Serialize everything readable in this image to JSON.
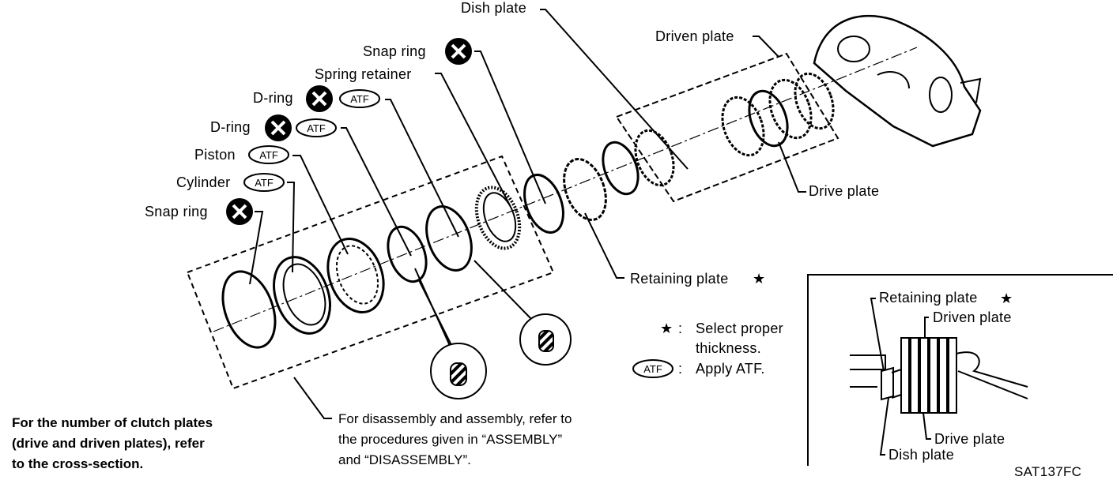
{
  "labels": {
    "dish_plate": "Dish plate",
    "driven_plate": "Driven plate",
    "snap_ring_top": "Snap ring",
    "spring_retainer": "Spring retainer",
    "d_ring_1": "D-ring",
    "d_ring_2": "D-ring",
    "piston": "Piston",
    "cylinder": "Cylinder",
    "snap_ring_bottom": "Snap ring",
    "drive_plate": "Drive plate",
    "retaining_plate": "Retaining plate",
    "atf": "ATF"
  },
  "legend": {
    "star_text_1": "Select proper",
    "star_text_2": "thickness.",
    "atf_text": "Apply ATF.",
    "separator": ":"
  },
  "inset": {
    "retaining_plate": "Retaining plate",
    "driven_plate": "Driven plate",
    "drive_plate": "Drive plate",
    "dish_plate": "Dish plate"
  },
  "notes": {
    "clutch_line1": "For the number of clutch plates",
    "clutch_line2": "(drive and driven plates), refer",
    "clutch_line3": "to the cross-section.",
    "assembly_line1": "For disassembly and assembly, refer to",
    "assembly_line2": "the procedures given in “ASSEMBLY”",
    "assembly_line3": "and “DISASSEMBLY”."
  },
  "figure_code": "SAT137FC"
}
